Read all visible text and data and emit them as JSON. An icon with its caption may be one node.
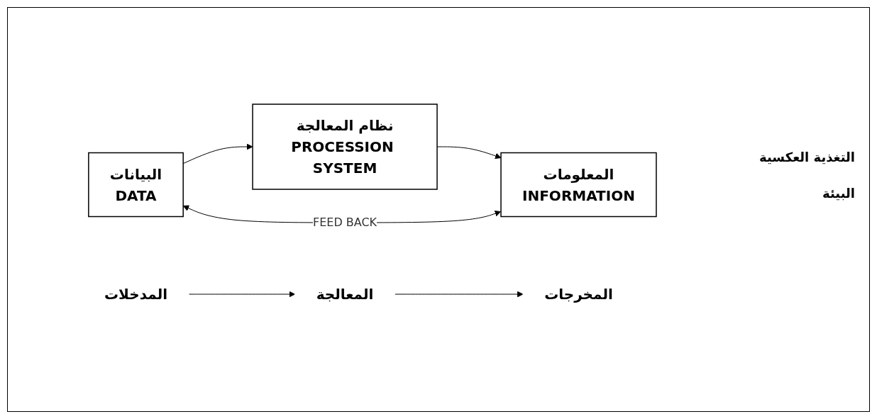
{
  "diagram": {
    "nodes": [
      {
        "text": [
          "البيانات",
          "DATA"
        ]
      },
      {
        "text": [
          "نظام المعالجة",
          "PROCESSION SYSTEM"
        ]
      },
      {
        "text": [
          "المعلومات",
          "INFORMATION"
        ]
      },
      {
        "text": [
          "المدخلات"
        ]
      },
      {
        "text": [
          "المعالجة"
        ]
      },
      {
        "text": [
          "المخرجات"
        ]
      }
    ],
    "edges": [
      {
        "from": 0,
        "to": 1,
        "arrow": "to"
      },
      {
        "from": 1,
        "to": 2,
        "arrow": "to"
      },
      {
        "from": 3,
        "to": 4,
        "arrow": "to"
      },
      {
        "from": 4,
        "to": 5,
        "arrow": "to"
      },
      {
        "from": 2,
        "to": 0,
        "arrow": "both",
        "label": "FEED BACK"
      }
    ],
    "labels": [
      "التغذية العكسية",
      "البيئة"
    ]
  }
}
